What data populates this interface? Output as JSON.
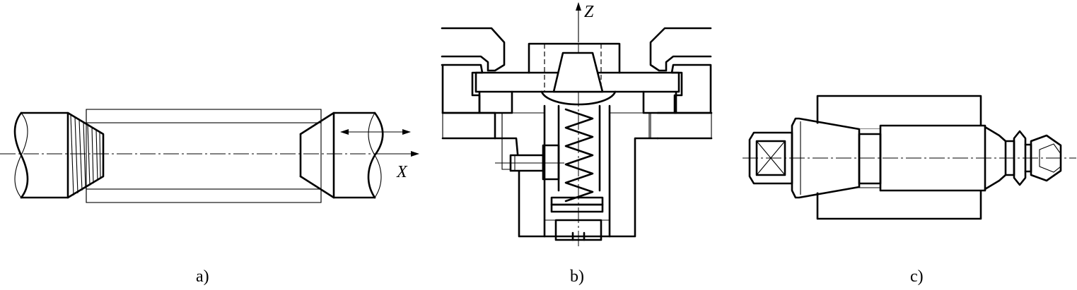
{
  "figure": {
    "panels": [
      {
        "id": "a",
        "label": "a)",
        "axis_label": "X"
      },
      {
        "id": "b",
        "label": "b)",
        "axis_label": "Z"
      },
      {
        "id": "c",
        "label": "c)"
      }
    ]
  }
}
